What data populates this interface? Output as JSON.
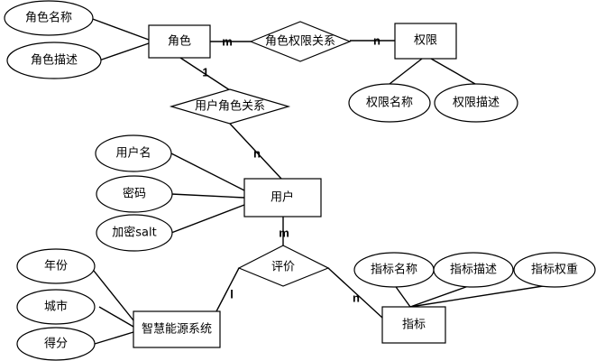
{
  "entities": {
    "role": "角色",
    "permission": "权限",
    "user": "用户",
    "smart_energy_system": "智慧能源系统",
    "indicator": "指标"
  },
  "relationships": {
    "role_permission": "角色权限关系",
    "user_role": "用户角色关系",
    "evaluation": "评价"
  },
  "attributes": {
    "role_name": "角色名称",
    "role_description": "角色描述",
    "permission_name": "权限名称",
    "permission_description": "权限描述",
    "username": "用户名",
    "password": "密码",
    "encryption_salt": "加密salt",
    "year": "年份",
    "city": "城市",
    "score": "得分",
    "indicator_name": "指标名称",
    "indicator_description": "指标描述",
    "indicator_weight": "指标权重"
  },
  "cardinalities": {
    "role_side_m": "m",
    "permission_side_n": "n",
    "role_side_1": "1",
    "user_side_n": "n",
    "user_eval_m": "m",
    "system_eval_l": "l",
    "indicator_eval_n": "n"
  }
}
